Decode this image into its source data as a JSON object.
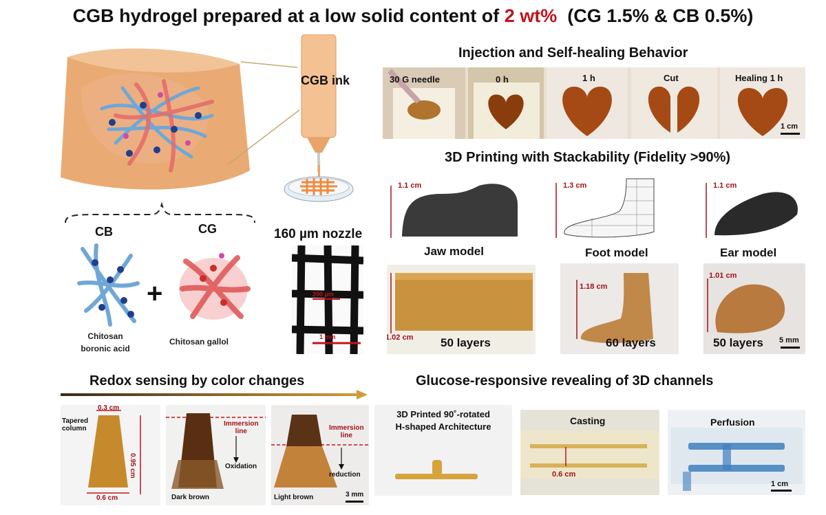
{
  "title": {
    "prefix": "CGB hydrogel prepared at a low solid content of ",
    "highlight": "2 wt%",
    "suffix": "(CG 1.5% & CB 0.5%)"
  },
  "colors": {
    "highlight": "#c0141c",
    "hydrogel": "#e8a66b",
    "cb": "#4a8fc9",
    "cg": "#e05a5a",
    "marker": "#a1121a"
  },
  "left": {
    "ink_label": "CGB ink",
    "nozzle_label": "160 µm nozzle",
    "nozzle_scale_1": "200 µm",
    "nozzle_scale_2": "1 mm",
    "cb_label": "CB",
    "cg_label": "CG",
    "cb_name_1": "Chitosan",
    "cb_name_2": "boronic acid",
    "cg_name": "Chitosan gallol",
    "plus": "+"
  },
  "injection": {
    "heading": "Injection and Self-healing Behavior",
    "panels": [
      "30 G needle",
      "0 h",
      "1 h",
      "Cut",
      "Healing 1 h"
    ],
    "scale": "1 cm"
  },
  "printing": {
    "heading": "3D Printing with Stackability (Fidelity >90%)",
    "models": [
      {
        "name": "Jaw model",
        "cad_height": "1.1 cm",
        "print_height": "1.02 cm",
        "layers": "50 layers"
      },
      {
        "name": "Foot model",
        "cad_height": "1.3 cm",
        "print_height": "1.18 cm",
        "layers": "60 layers"
      },
      {
        "name": "Ear model",
        "cad_height": "1.1 cm",
        "print_height": "1.01 cm",
        "layers": "50 layers"
      }
    ],
    "scale": "5 mm"
  },
  "redox": {
    "heading": "Redox sensing by color changes",
    "p1": {
      "width": "0.3 cm",
      "label_1": "Tapered",
      "label_2": "column",
      "height": "0.95 cm",
      "bottom": "0.6 cm"
    },
    "p2": {
      "immersion_1": "Immersion",
      "immersion_2": "line",
      "process": "Oxidation",
      "caption": "Dark brown"
    },
    "p3": {
      "immersion_1": "Immersion",
      "immersion_2": "line",
      "process": "reduction",
      "caption": "Light brown"
    },
    "scale": "3 mm"
  },
  "glucose": {
    "heading": "Glucose-responsive revealing of 3D channels",
    "p1_line1": "3D Printed 90˚-rotated",
    "p1_line2": "H-shaped Architecture",
    "p2": "Casting",
    "p2_dim": "0.6 cm",
    "p3": "Perfusion",
    "scale": "1 cm"
  }
}
